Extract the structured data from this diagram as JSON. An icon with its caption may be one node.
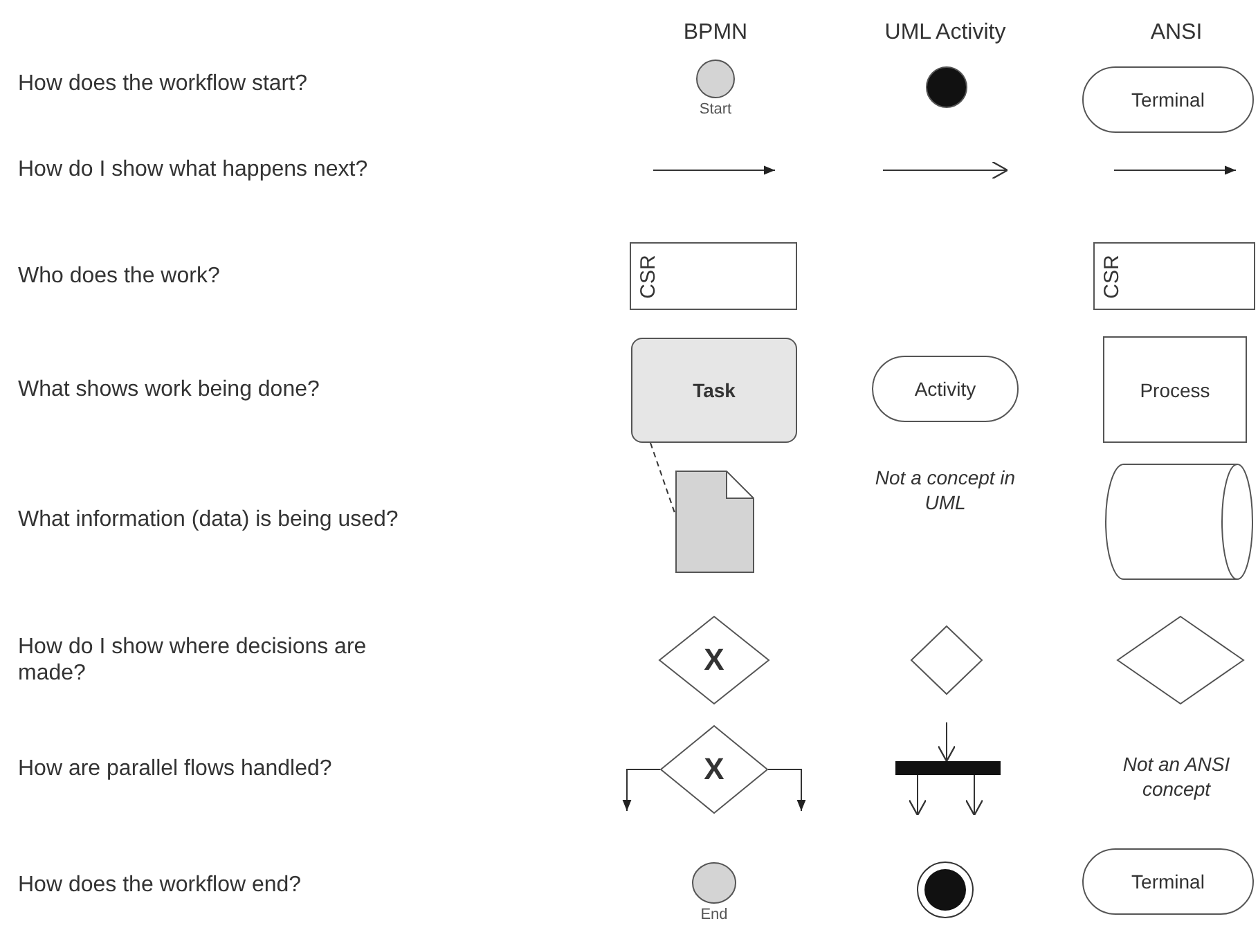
{
  "diagram": {
    "nodes": [
      {
        "text": [],
        "shape": "circle",
        "beside": [
          "Start"
        ]
      },
      {
        "text": [],
        "shape": "circle"
      },
      {
        "text": [
          "Terminal"
        ]
      },
      {
        "text": [
          "CSR"
        ]
      },
      {
        "text": [
          "CSR"
        ]
      },
      {
        "text": [
          "Task"
        ]
      },
      {
        "text": [
          "Activity"
        ]
      },
      {
        "text": [
          "Process"
        ]
      },
      {
        "text": [],
        "shape": "document"
      },
      {
        "text": [],
        "shape": "cylinder"
      },
      {
        "text": [
          "X"
        ]
      },
      {
        "text": [],
        "shape": "diamond"
      },
      {
        "text": [],
        "shape": "diamond"
      },
      {
        "text": [
          "X"
        ]
      },
      {
        "text": [],
        "shape": "bar"
      },
      {
        "text": [],
        "shape": "circle",
        "beside": [
          "End"
        ]
      },
      {
        "text": [],
        "shape": "circle"
      },
      {
        "text": [
          "Terminal"
        ]
      }
    ],
    "edges": [
      {
        "from": 5,
        "to": 8,
        "arrow": "none",
        "style": "dashed"
      },
      {
        "from": 13,
        "to": null,
        "arrow": "to"
      },
      {
        "from": 13,
        "to": null,
        "arrow": "to"
      },
      {
        "from": null,
        "to": 14,
        "arrow": "to"
      },
      {
        "from": 14,
        "to": null,
        "arrow": "to"
      },
      {
        "from": 14,
        "to": null,
        "arrow": "to"
      }
    ],
    "labels": [
      "BPMN",
      "UML Activity",
      "ANSI",
      "How does the workflow start?",
      "How do I show what happens next?",
      "Who does the work?",
      "What shows work being done?",
      "What information (data) is being used?",
      "How do I show where decisions are made?",
      "How are parallel flows handled?",
      "How does the workflow end?",
      "Not a concept in UML",
      "Not an ANSI concept"
    ]
  }
}
